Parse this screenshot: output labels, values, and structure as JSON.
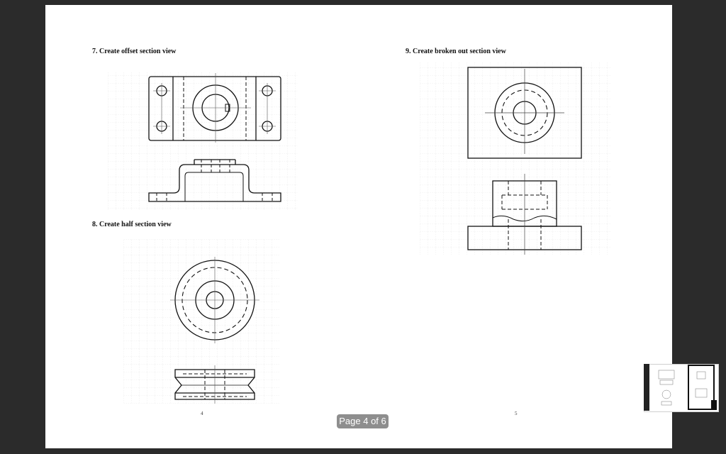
{
  "document": {
    "left_column": {
      "exercise_7": {
        "heading": "7. Create offset section view"
      },
      "exercise_8": {
        "heading": "8. Create half section view"
      },
      "page_number": "4"
    },
    "right_column": {
      "exercise_9": {
        "heading": "9. Create broken out section view"
      },
      "page_number": "5"
    }
  },
  "viewer": {
    "page_indicator": "Page 4 of 6"
  },
  "colors": {
    "background": "#2b2b2b",
    "page": "#ffffff",
    "line": "#111111",
    "grid": "#dedede",
    "pill": "#8e8e8e"
  }
}
